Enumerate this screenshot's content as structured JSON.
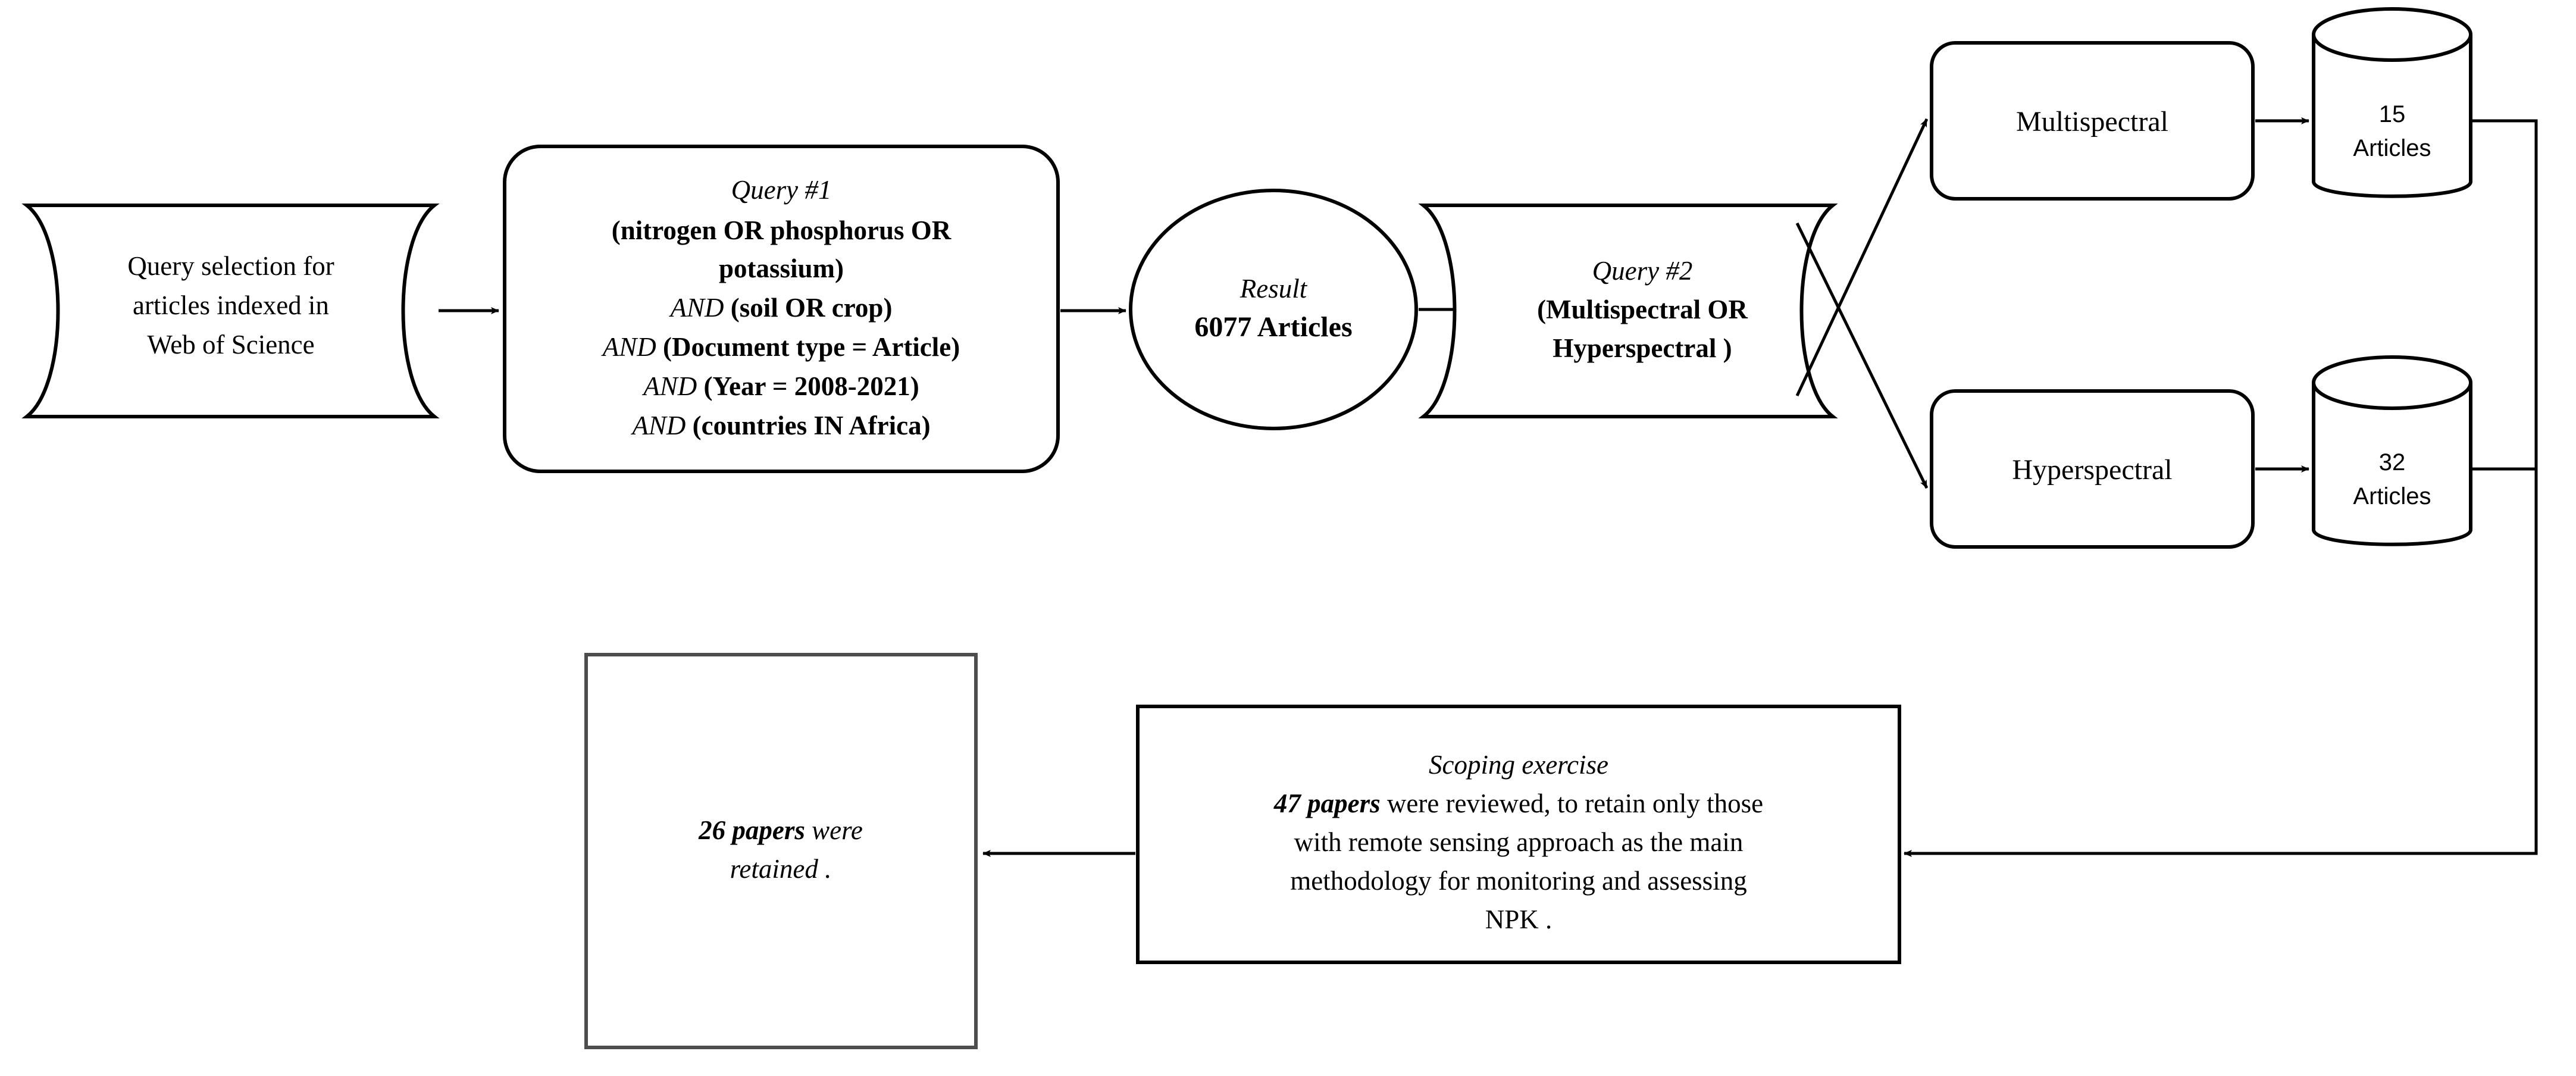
{
  "diagram": {
    "title": "Literature search and screening flowchart",
    "colors": {
      "stroke": "#000000",
      "fill": "#ffffff",
      "box_border_gray": "#4d4d4d",
      "background": "#ffffff"
    },
    "nodes": {
      "source": {
        "shape": "data-document",
        "lines": [
          "Query selection for",
          "articles indexed in",
          "Web of Science"
        ]
      },
      "query1": {
        "shape": "rounded-rectangle",
        "heading": "Query #1",
        "lines": [
          {
            "text": "(nitrogen OR phosphorus OR",
            "style": "bold"
          },
          {
            "text": "potassium)",
            "style": "bold"
          },
          {
            "prefix": "AND ",
            "text": "(soil OR crop)",
            "style": "bold"
          },
          {
            "prefix": "AND ",
            "text": "(Document type = Article)",
            "style": "bold"
          },
          {
            "prefix": "AND ",
            "text": "(Year = 2008-2021)",
            "style": "bold"
          },
          {
            "prefix": "AND ",
            "text": "(countries IN Africa)",
            "style": "bold"
          }
        ]
      },
      "result": {
        "shape": "circle",
        "heading": "Result",
        "value": "6077 Articles"
      },
      "query2": {
        "shape": "data-document",
        "heading": "Query #2",
        "lines": [
          {
            "text": "(Multispectral OR",
            "style": "bold"
          },
          {
            "text": "Hyperspectral )",
            "style": "bold"
          }
        ]
      },
      "multispectral": {
        "shape": "rounded-rectangle",
        "label": "Multispectral"
      },
      "hyperspectral": {
        "shape": "rounded-rectangle",
        "label": "Hyperspectral"
      },
      "multispectral_db": {
        "shape": "cylinder",
        "count": "15",
        "unit": "Articles"
      },
      "hyperspectral_db": {
        "shape": "cylinder",
        "count": "32",
        "unit": "Articles"
      },
      "scoping": {
        "shape": "rectangle",
        "heading": "Scoping exercise",
        "lead": "47 papers",
        "lines": [
          " were reviewed, to retain only those",
          "with remote sensing approach as the main",
          "methodology for monitoring and assessing",
          "NPK ."
        ]
      },
      "retained": {
        "shape": "rectangle",
        "lead": "26 papers",
        "tail_line1": " were",
        "tail_line2": "retained ."
      }
    },
    "edges": [
      {
        "from": "source",
        "to": "query1",
        "type": "arrow-right"
      },
      {
        "from": "query1",
        "to": "result",
        "type": "arrow-right"
      },
      {
        "from": "result",
        "to": "query2",
        "type": "arrow-right"
      },
      {
        "from": "query2",
        "to": "multispectral",
        "type": "arrow-diagonal-up"
      },
      {
        "from": "query2",
        "to": "hyperspectral",
        "type": "arrow-diagonal-down"
      },
      {
        "from": "multispectral",
        "to": "multispectral_db",
        "type": "arrow-right"
      },
      {
        "from": "hyperspectral",
        "to": "hyperspectral_db",
        "type": "arrow-right"
      },
      {
        "from": "multispectral_db",
        "to": "scoping",
        "type": "elbow-arrow-left"
      },
      {
        "from": "hyperspectral_db",
        "to": "scoping",
        "type": "elbow-arrow-left"
      },
      {
        "from": "scoping",
        "to": "retained",
        "type": "arrow-left"
      }
    ]
  }
}
